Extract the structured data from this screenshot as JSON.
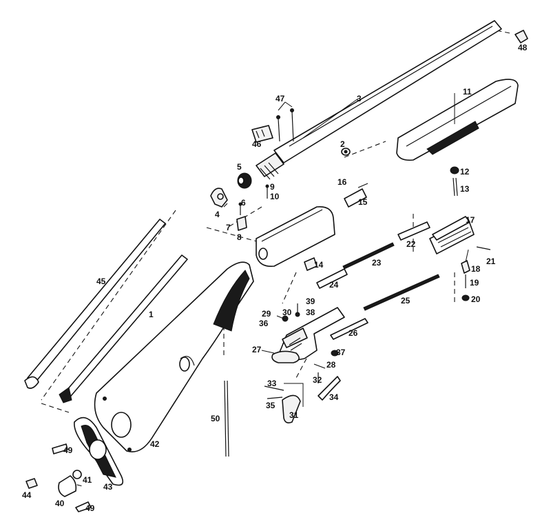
{
  "callouts": [
    "1",
    "2",
    "3",
    "4",
    "5",
    "6",
    "7",
    "8",
    "9",
    "10",
    "11",
    "12",
    "13",
    "14",
    "15",
    "16",
    "17",
    "18",
    "19",
    "20",
    "21",
    "22",
    "23",
    "24",
    "25",
    "26",
    "27",
    "28",
    "29",
    "30",
    "31",
    "32",
    "33",
    "34",
    "35",
    "36",
    "37",
    "38",
    "39",
    "40",
    "41",
    "42",
    "43",
    "44",
    "45",
    "46",
    "47",
    "48",
    "49",
    "49",
    "50"
  ]
}
